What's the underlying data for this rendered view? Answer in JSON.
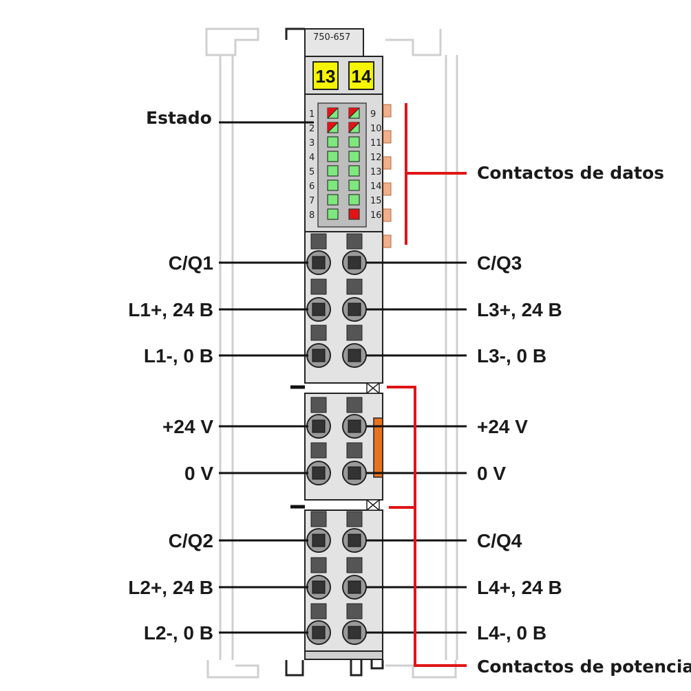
{
  "module": {
    "part_number": "750-657",
    "badges": [
      "13",
      "14"
    ],
    "led_numbers_left": [
      "1",
      "2",
      "3",
      "4",
      "5",
      "6",
      "7",
      "8"
    ],
    "led_numbers_right": [
      "9",
      "10",
      "11",
      "12",
      "13",
      "14",
      "15",
      "16"
    ],
    "led_states_left": [
      "red-green",
      "red-green",
      "green",
      "green",
      "green",
      "green",
      "green",
      "green"
    ],
    "led_states_right": [
      "red-green",
      "red-green",
      "green",
      "green",
      "green",
      "green",
      "green",
      "red"
    ],
    "colors": {
      "housing": "#e3e3e3",
      "led_green": "#7ee87e",
      "led_red": "#e01414",
      "badge_yellow": "#f5f500",
      "callout_red": "#e01414",
      "power_jumper_orange": "#e8731e",
      "data_contact_orange": "#f2b08a"
    }
  },
  "labels": {
    "status": "Estado",
    "data_contacts": "Contactos de datos",
    "power_contacts": "Contactos de potencia",
    "left": [
      "C/Q1",
      "L1+, 24 B",
      "L1-, 0 B",
      "+24 V",
      "0 V",
      "C/Q2",
      "L2+, 24 B",
      "L2-, 0 B"
    ],
    "right": [
      "C/Q3",
      "L3+, 24 B",
      "L3-, 0 B",
      "+24 V",
      "0 V",
      "C/Q4",
      "L4+, 24 B",
      "L4-, 0 B"
    ]
  }
}
